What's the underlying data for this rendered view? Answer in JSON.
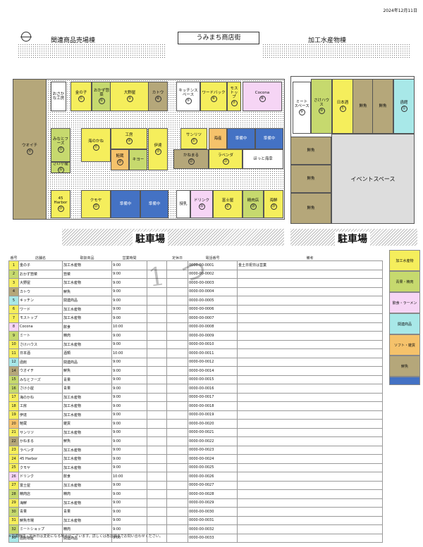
{
  "date": "2024年12月11日",
  "headers": {
    "kanren": "関連商品売場棟",
    "umimachi": "うみまち商店街",
    "kako": "加工水産物棟"
  },
  "parking_left": "駐車場",
  "parking_right": "駐車場",
  "event_space": "イベントスペース",
  "map": {
    "uikaichi": "ウオイチ",
    "uikaichi_num": "⑭",
    "cells": [
      {
        "label": "おさかな工房",
        "num": "",
        "color": "#fff"
      },
      {
        "label": "金の子",
        "num": "①",
        "color": "#f5ee5c"
      },
      {
        "label": "おかず惣菜",
        "num": "②",
        "color": "#c6d96e"
      },
      {
        "label": "大野屋",
        "num": "③",
        "color": "#f5ee5c"
      },
      {
        "label": "カトウ",
        "num": "④",
        "color": "#b5a77a"
      },
      {
        "label": "キッチンスペース",
        "num": "⑤",
        "color": "#fff"
      },
      {
        "label": "ワードバック",
        "num": "⑥",
        "color": "#f5ee5c"
      },
      {
        "label": "モストップ",
        "num": "⑦",
        "color": "#f5ee5c"
      },
      {
        "label": "Cocona",
        "num": "⑧",
        "color": "#f6d5f5"
      },
      {
        "label": "ミートスペース",
        "num": "⑨",
        "color": "#fff"
      },
      {
        "label": "さけハウス",
        "num": "⑩",
        "color": "#c6d96e"
      },
      {
        "label": "日本酒",
        "num": "⑪",
        "color": "#f5ee5c"
      },
      {
        "label": "鮮魚",
        "num": "",
        "color": "#b5a77a"
      },
      {
        "label": "鮮魚",
        "num": "",
        "color": "#b5a77a"
      },
      {
        "label": "函館",
        "num": "⑫",
        "color": "#a8e8e8"
      },
      {
        "label": "みなとフーズ",
        "num": "⑮",
        "color": "#c6d96e"
      },
      {
        "label": "さけ小屋",
        "num": "⑯",
        "color": "#c6d96e"
      },
      {
        "label": "海のかね",
        "num": "⑰",
        "color": "#f5ee5c"
      },
      {
        "label": "工房",
        "num": "⑱",
        "color": "#f5ee5c"
      },
      {
        "label": "伊達",
        "num": "⑲",
        "color": "#f5ee5c"
      },
      {
        "label": "鮭蔵",
        "num": "⑳",
        "color": "#f5c26b"
      },
      {
        "label": "キヨー",
        "num": "",
        "color": "#c6d96e"
      },
      {
        "label": "サンリツ",
        "num": "㉑",
        "color": "#f5ee5c"
      },
      {
        "label": "海産",
        "num": "",
        "color": "#f5c26b"
      },
      {
        "label": "準備中",
        "num": "",
        "color": "#4472c4"
      },
      {
        "label": "準備中",
        "num": "",
        "color": "#4472c4"
      },
      {
        "label": "かねまる",
        "num": "㉒",
        "color": "#b5a77a"
      },
      {
        "label": "ラベンダ",
        "num": "㉓",
        "color": "#f5ee5c"
      },
      {
        "label": "ほっと海幸",
        "num": "",
        "color": "#fff"
      },
      {
        "label": "45 Harbor",
        "num": "㉔",
        "color": "#f5ee5c"
      },
      {
        "label": "クモヤ",
        "num": "㉕",
        "color": "#f5ee5c"
      },
      {
        "label": "準備中",
        "num": "",
        "color": "#4472c4"
      },
      {
        "label": "準備中",
        "num": "",
        "color": "#4472c4"
      },
      {
        "label": "授乳",
        "num": "",
        "color": "#fff"
      },
      {
        "label": "ドリンク",
        "num": "㉖",
        "color": "#f6d5f5"
      },
      {
        "label": "富士屋",
        "num": "㉗",
        "color": "#f5ee5c"
      },
      {
        "label": "精肉店",
        "num": "㉘",
        "color": "#c6d96e"
      },
      {
        "label": "海鮮",
        "num": "㉙",
        "color": "#f5ee5c"
      }
    ],
    "side": [
      {
        "label": "鮮魚",
        "color": "#b5a77a"
      },
      {
        "label": "鮮魚",
        "color": "#b5a77a"
      },
      {
        "label": "鮮魚",
        "color": "#b5a77a"
      }
    ]
  },
  "legend": [
    {
      "label": "加工水産物",
      "color": "#f5ee5c"
    },
    {
      "label": "青果・精肉",
      "color": "#c6d96e"
    },
    {
      "label": "飲食・ラーメン",
      "color": "#f6d5f5"
    },
    {
      "label": "関連商品",
      "color": "#a8e8e8"
    },
    {
      "label": "ソフト・雑貨",
      "color": "#f5c26b"
    },
    {
      "label": "鮮魚",
      "color": "#b5a77a"
    },
    {
      "label": "",
      "color": "#4472c4"
    }
  ],
  "table": {
    "headers": [
      "番号",
      "店舗名",
      "取扱商品",
      "営業時間",
      "",
      "定休日",
      "電話番号",
      "備考"
    ],
    "rows": [
      {
        "n": "1",
        "color": "#f5ee5c",
        "name": "金の子",
        "item": "加工水産物",
        "time": "9:00",
        "tel": "0000-00-0001",
        "note": "金土日祝日は営業"
      },
      {
        "n": "2",
        "color": "#c6d96e",
        "name": "おかず惣菜",
        "item": "惣菜",
        "time": "9:00",
        "tel": "0000-00-0002",
        "note": ""
      },
      {
        "n": "3",
        "color": "#f5ee5c",
        "name": "大野屋",
        "item": "加工水産物",
        "time": "9:00",
        "tel": "0000-00-0003",
        "note": ""
      },
      {
        "n": "4",
        "color": "#b5a77a",
        "name": "カトウ",
        "item": "鮮魚",
        "time": "9:00",
        "tel": "0000-00-0004",
        "note": ""
      },
      {
        "n": "5",
        "color": "#a8e8e8",
        "name": "キッチン",
        "item": "関連商品",
        "time": "9:00",
        "tel": "0000-00-0005",
        "note": ""
      },
      {
        "n": "6",
        "color": "#f5ee5c",
        "name": "ワード",
        "item": "加工水産物",
        "time": "9:00",
        "tel": "0000-00-0006",
        "note": ""
      },
      {
        "n": "7",
        "color": "#f5ee5c",
        "name": "モストップ",
        "item": "加工水産物",
        "time": "9:00",
        "tel": "0000-00-0007",
        "note": ""
      },
      {
        "n": "8",
        "color": "#f6d5f5",
        "name": "Cocona",
        "item": "飲食",
        "time": "10:00",
        "tel": "0000-00-0008",
        "note": ""
      },
      {
        "n": "9",
        "color": "#c6d96e",
        "name": "ミート",
        "item": "精肉",
        "time": "9:00",
        "tel": "0000-00-0009",
        "note": ""
      },
      {
        "n": "10",
        "color": "#f5ee5c",
        "name": "さけハウス",
        "item": "加工水産物",
        "time": "9:00",
        "tel": "0000-00-0010",
        "note": ""
      },
      {
        "n": "11",
        "color": "#f5ee5c",
        "name": "日本酒",
        "item": "酒類",
        "time": "10:00",
        "tel": "0000-00-0011",
        "note": ""
      },
      {
        "n": "12",
        "color": "#a8e8e8",
        "name": "函館",
        "item": "関連商品",
        "time": "9:00",
        "tel": "0000-00-0012",
        "note": ""
      },
      {
        "n": "14",
        "color": "#b5a77a",
        "name": "ウオイチ",
        "item": "鮮魚",
        "time": "9:00",
        "tel": "0000-00-0014",
        "note": ""
      },
      {
        "n": "15",
        "color": "#c6d96e",
        "name": "みなとフーズ",
        "item": "青果",
        "time": "9:00",
        "tel": "0000-00-0015",
        "note": ""
      },
      {
        "n": "16",
        "color": "#c6d96e",
        "name": "さけ小屋",
        "item": "青果",
        "time": "9:00",
        "tel": "0000-00-0016",
        "note": ""
      },
      {
        "n": "17",
        "color": "#f5ee5c",
        "name": "海のかね",
        "item": "加工水産物",
        "time": "9:00",
        "tel": "0000-00-0017",
        "note": ""
      },
      {
        "n": "18",
        "color": "#f5ee5c",
        "name": "工房",
        "item": "加工水産物",
        "time": "9:00",
        "tel": "0000-00-0018",
        "note": ""
      },
      {
        "n": "19",
        "color": "#f5ee5c",
        "name": "伊達",
        "item": "加工水産物",
        "time": "9:00",
        "tel": "0000-00-0019",
        "note": ""
      },
      {
        "n": "20",
        "color": "#f5c26b",
        "name": "鮭蔵",
        "item": "雑貨",
        "time": "9:00",
        "tel": "0000-00-0020",
        "note": ""
      },
      {
        "n": "21",
        "color": "#f5ee5c",
        "name": "サンリツ",
        "item": "加工水産物",
        "time": "9:00",
        "tel": "0000-00-0021",
        "note": ""
      },
      {
        "n": "22",
        "color": "#b5a77a",
        "name": "かねまる",
        "item": "鮮魚",
        "time": "9:00",
        "tel": "0000-00-0022",
        "note": ""
      },
      {
        "n": "23",
        "color": "#f5ee5c",
        "name": "ラベンダ",
        "item": "加工水産物",
        "time": "9:00",
        "tel": "0000-00-0023",
        "note": ""
      },
      {
        "n": "24",
        "color": "#f5ee5c",
        "name": "45 Harbor",
        "item": "加工水産物",
        "time": "9:00",
        "tel": "0000-00-0024",
        "note": ""
      },
      {
        "n": "25",
        "color": "#f5ee5c",
        "name": "クモヤ",
        "item": "加工水産物",
        "time": "9:00",
        "tel": "0000-00-0025",
        "note": ""
      },
      {
        "n": "26",
        "color": "#f6d5f5",
        "name": "ドリンク",
        "item": "飲食",
        "time": "10:00",
        "tel": "0000-00-0026",
        "note": ""
      },
      {
        "n": "27",
        "color": "#f5ee5c",
        "name": "富士屋",
        "item": "加工水産物",
        "time": "9:00",
        "tel": "0000-00-0027",
        "note": ""
      },
      {
        "n": "28",
        "color": "#c6d96e",
        "name": "精肉店",
        "item": "精肉",
        "time": "9:00",
        "tel": "0000-00-0028",
        "note": ""
      },
      {
        "n": "29",
        "color": "#f5ee5c",
        "name": "海鮮",
        "item": "加工水産物",
        "time": "9:00",
        "tel": "0000-00-0029",
        "note": ""
      },
      {
        "n": "30",
        "color": "#c6d96e",
        "name": "青果",
        "item": "青果",
        "time": "9:00",
        "tel": "0000-00-0030",
        "note": ""
      },
      {
        "n": "31",
        "color": "#f5ee5c",
        "name": "鮮魚市場",
        "item": "加工水産物",
        "time": "9:00",
        "tel": "0000-00-0031",
        "note": ""
      },
      {
        "n": "32",
        "color": "#c6d96e",
        "name": "ミートショップ",
        "item": "精肉",
        "time": "9:00",
        "tel": "0000-00-0032",
        "note": ""
      },
      {
        "n": "33",
        "color": "#a8e8e8",
        "name": "函館物産",
        "item": "関連商品",
        "time": "9:00",
        "tel": "0000-00-0033",
        "note": ""
      }
    ]
  },
  "watermark": "1 つ",
  "footer": "※営業時間・定休日は変更になる場合がございます。詳しくは各店舗までお問い合わせください。"
}
